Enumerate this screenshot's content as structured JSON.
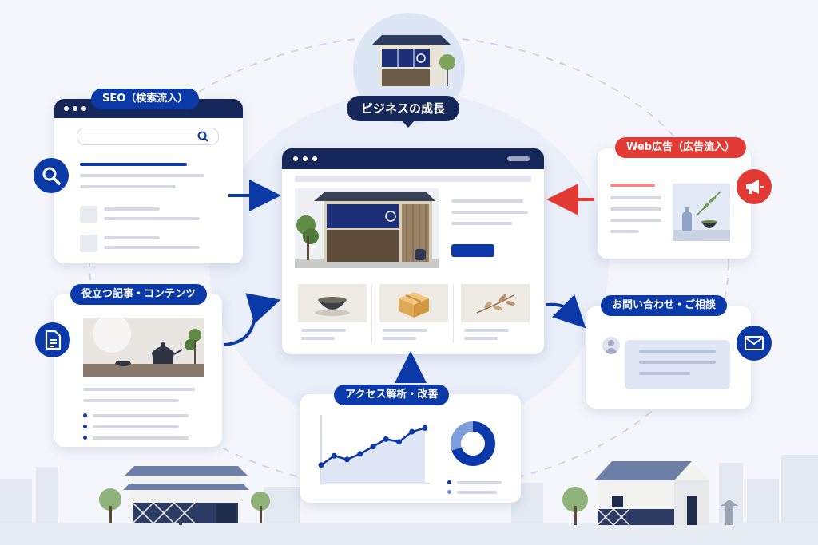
{
  "hub": {
    "label": "ビジネスの成長"
  },
  "seo": {
    "label": "SEO（検索流入）"
  },
  "content": {
    "label": "役立つ記事・コンテンツ"
  },
  "ads": {
    "label": "Web広告（広告流入）"
  },
  "contact": {
    "label": "お問い合わせ・ご相談"
  },
  "analytics": {
    "label": "アクセス解析・改善",
    "line_values": [
      2,
      3,
      2.6,
      3.2,
      4,
      4.8,
      4.5,
      5.6,
      6
    ],
    "donut_shares": [
      0.7,
      0.3
    ]
  },
  "colors": {
    "primary": "#0b3aa8",
    "navy": "#16285a",
    "accent_red": "#e23b35",
    "background": "#f4f6fb"
  },
  "icons": {
    "seo": "magnifier-icon",
    "content": "document-icon",
    "ads": "megaphone-icon",
    "contact": "envelope-icon"
  }
}
